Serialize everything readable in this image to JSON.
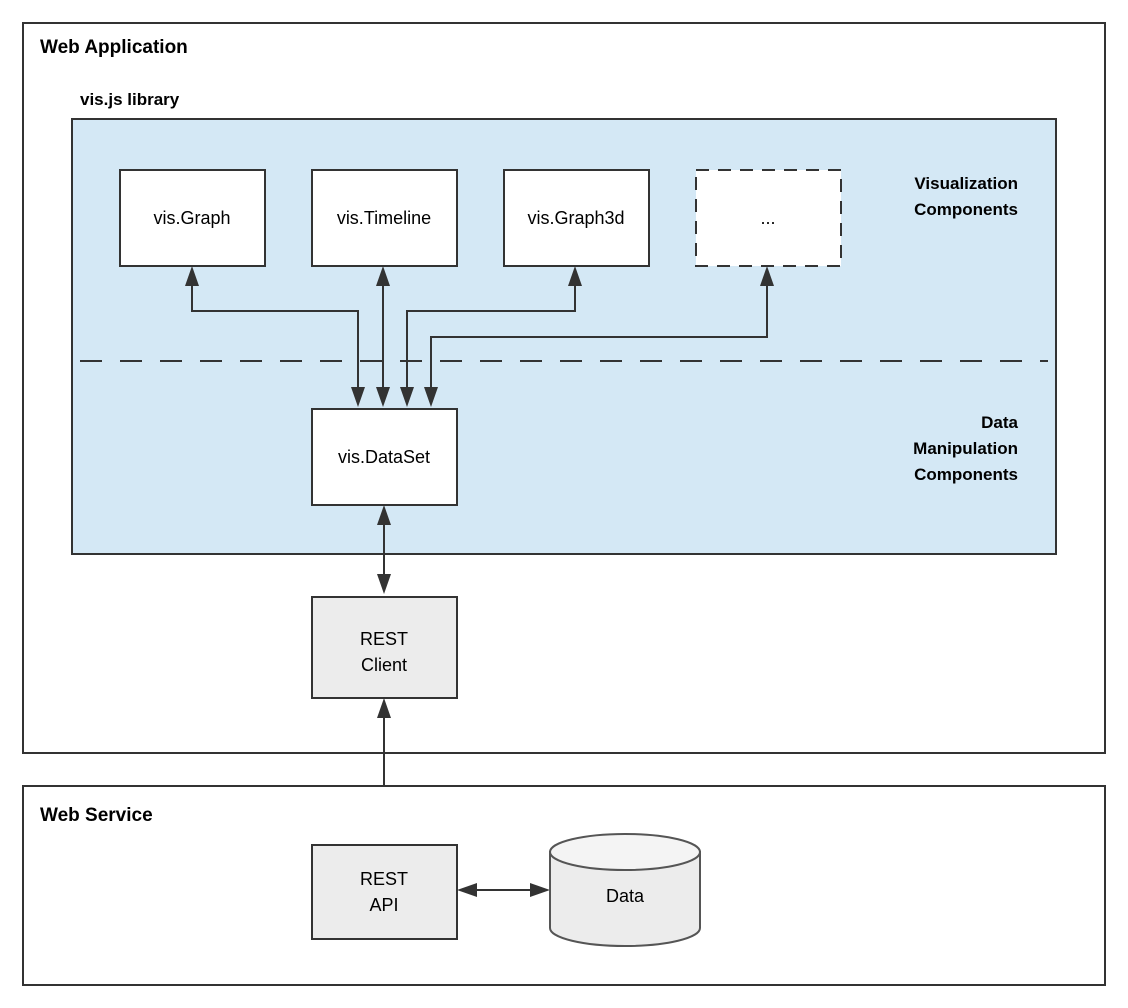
{
  "diagram": {
    "title_semantic": "vis.js web application architecture",
    "colors": {
      "panel_fill": "#d4e8f5",
      "frame_stroke": "#333333",
      "gray_node_fill": "#ececec",
      "white_node_fill": "#ffffff",
      "cylinder_fill": "#ececec"
    }
  },
  "web_application": {
    "title": "Web Application",
    "library": {
      "title": "vis.js library",
      "zones": {
        "visualization": {
          "label_lines": [
            "Visualization",
            "Components"
          ]
        },
        "data_manipulation": {
          "label_lines": [
            "Data",
            "Manipulation",
            "Components"
          ]
        }
      },
      "visualization_components": [
        {
          "label": "vis.Graph",
          "border": "solid"
        },
        {
          "label": "vis.Timeline",
          "border": "solid"
        },
        {
          "label": "vis.Graph3d",
          "border": "solid"
        },
        {
          "label": "...",
          "border": "dashed"
        }
      ],
      "data_component": {
        "label": "vis.DataSet"
      }
    },
    "rest_client": {
      "label_lines": [
        "REST",
        "Client"
      ]
    }
  },
  "web_service": {
    "title": "Web Service",
    "rest_api": {
      "label_lines": [
        "REST",
        "API"
      ]
    },
    "datastore": {
      "label": "Data",
      "shape": "cylinder"
    }
  },
  "connections": [
    {
      "from": "vis.DataSet",
      "to": "vis.Graph",
      "kind": "bidirectional"
    },
    {
      "from": "vis.DataSet",
      "to": "vis.Timeline",
      "kind": "bidirectional"
    },
    {
      "from": "vis.DataSet",
      "to": "vis.Graph3d",
      "kind": "bidirectional"
    },
    {
      "from": "vis.DataSet",
      "to": "...",
      "kind": "bidirectional"
    },
    {
      "from": "vis.DataSet",
      "to": "REST Client",
      "kind": "bidirectional"
    },
    {
      "from": "REST Client",
      "to": "REST API",
      "kind": "bidirectional"
    },
    {
      "from": "REST API",
      "to": "Data",
      "kind": "bidirectional"
    }
  ]
}
